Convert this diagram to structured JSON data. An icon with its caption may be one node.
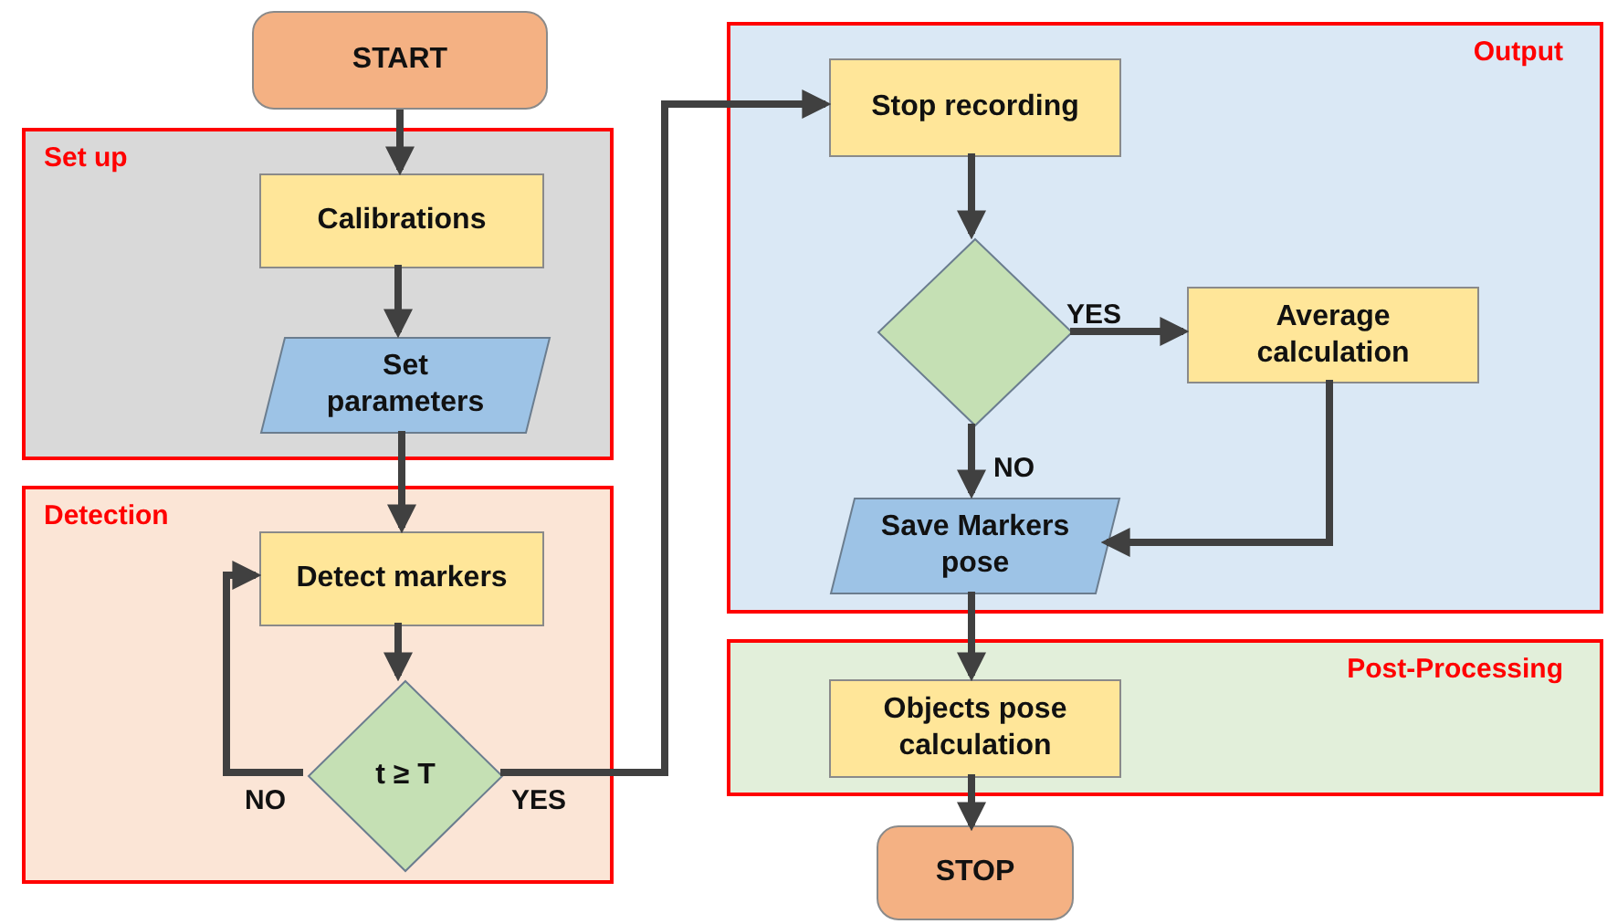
{
  "diagram": {
    "nodes": [
      {
        "text": [
          "START"
        ]
      },
      {
        "text": [
          "Set up"
        ]
      },
      {
        "text": [
          "Calibrations"
        ],
        "in": 1
      },
      {
        "text": [
          "Set parameters"
        ],
        "in": 1
      },
      {
        "text": [
          "Detection"
        ]
      },
      {
        "text": [
          "Detect markers"
        ],
        "in": 4
      },
      {
        "text": [
          "t ≥ T"
        ],
        "in": 4
      },
      {
        "text": [
          "Output"
        ]
      },
      {
        "text": [
          "Stop recording"
        ],
        "in": 7
      },
      {
        "text": [],
        "shape": "diamond",
        "in": 7
      },
      {
        "text": [
          "Average calculation"
        ],
        "in": 7
      },
      {
        "text": [
          "Save Markers pose"
        ],
        "in": 7
      },
      {
        "text": [
          "Post-Processing"
        ]
      },
      {
        "text": [
          "Objects pose calculation"
        ],
        "in": 12
      },
      {
        "text": [
          "STOP"
        ]
      }
    ],
    "edges": [
      {
        "from": 0,
        "to": 2,
        "arrow": "to"
      },
      {
        "from": 2,
        "to": 3,
        "arrow": "to"
      },
      {
        "from": 3,
        "to": 5,
        "arrow": "to"
      },
      {
        "from": 5,
        "to": 6,
        "arrow": "to"
      },
      {
        "from": 6,
        "to": 5,
        "arrow": "to",
        "label": "NO"
      },
      {
        "from": 6,
        "to": 8,
        "arrow": "to",
        "label": "YES"
      },
      {
        "from": 8,
        "to": 9,
        "arrow": "to"
      },
      {
        "from": 9,
        "to": 10,
        "arrow": "to",
        "label": "YES"
      },
      {
        "from": 9,
        "to": 11,
        "arrow": "to",
        "label": "NO"
      },
      {
        "from": 10,
        "to": 11,
        "arrow": "to"
      },
      {
        "from": 11,
        "to": 13,
        "arrow": "to"
      },
      {
        "from": 13,
        "to": 14,
        "arrow": "to"
      }
    ]
  }
}
